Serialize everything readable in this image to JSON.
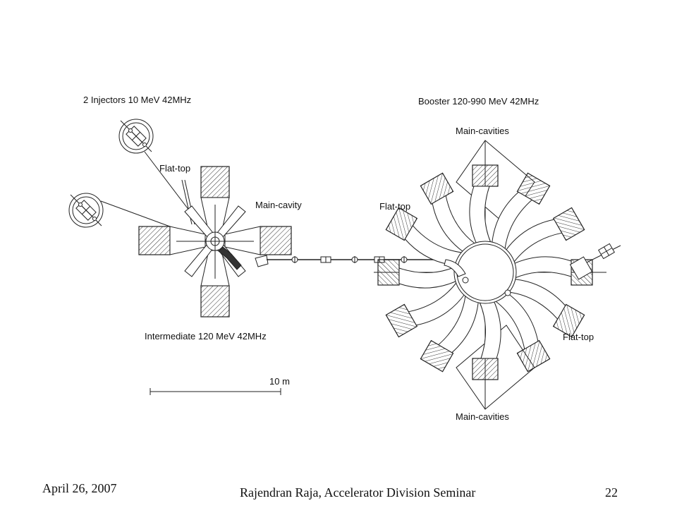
{
  "labels": {
    "injectors": "2 Injectors 10 MeV 42MHz",
    "flat_top_left": "Flat-top",
    "main_cavity": "Main-cavity",
    "intermediate": "Intermediate 120 MeV   42MHz",
    "scale": "10 m",
    "booster": "Booster 120-990 MeV   42MHz",
    "main_cavities_top": "Main-cavities",
    "flat_top_booster": "Flat-top",
    "flat_top_right": "Flat-top",
    "main_cavities_bottom": "Main-cavities"
  },
  "footer": {
    "date": "April 26, 2007",
    "author": "Rajendran Raja, Accelerator Division Seminar",
    "page": "22"
  }
}
